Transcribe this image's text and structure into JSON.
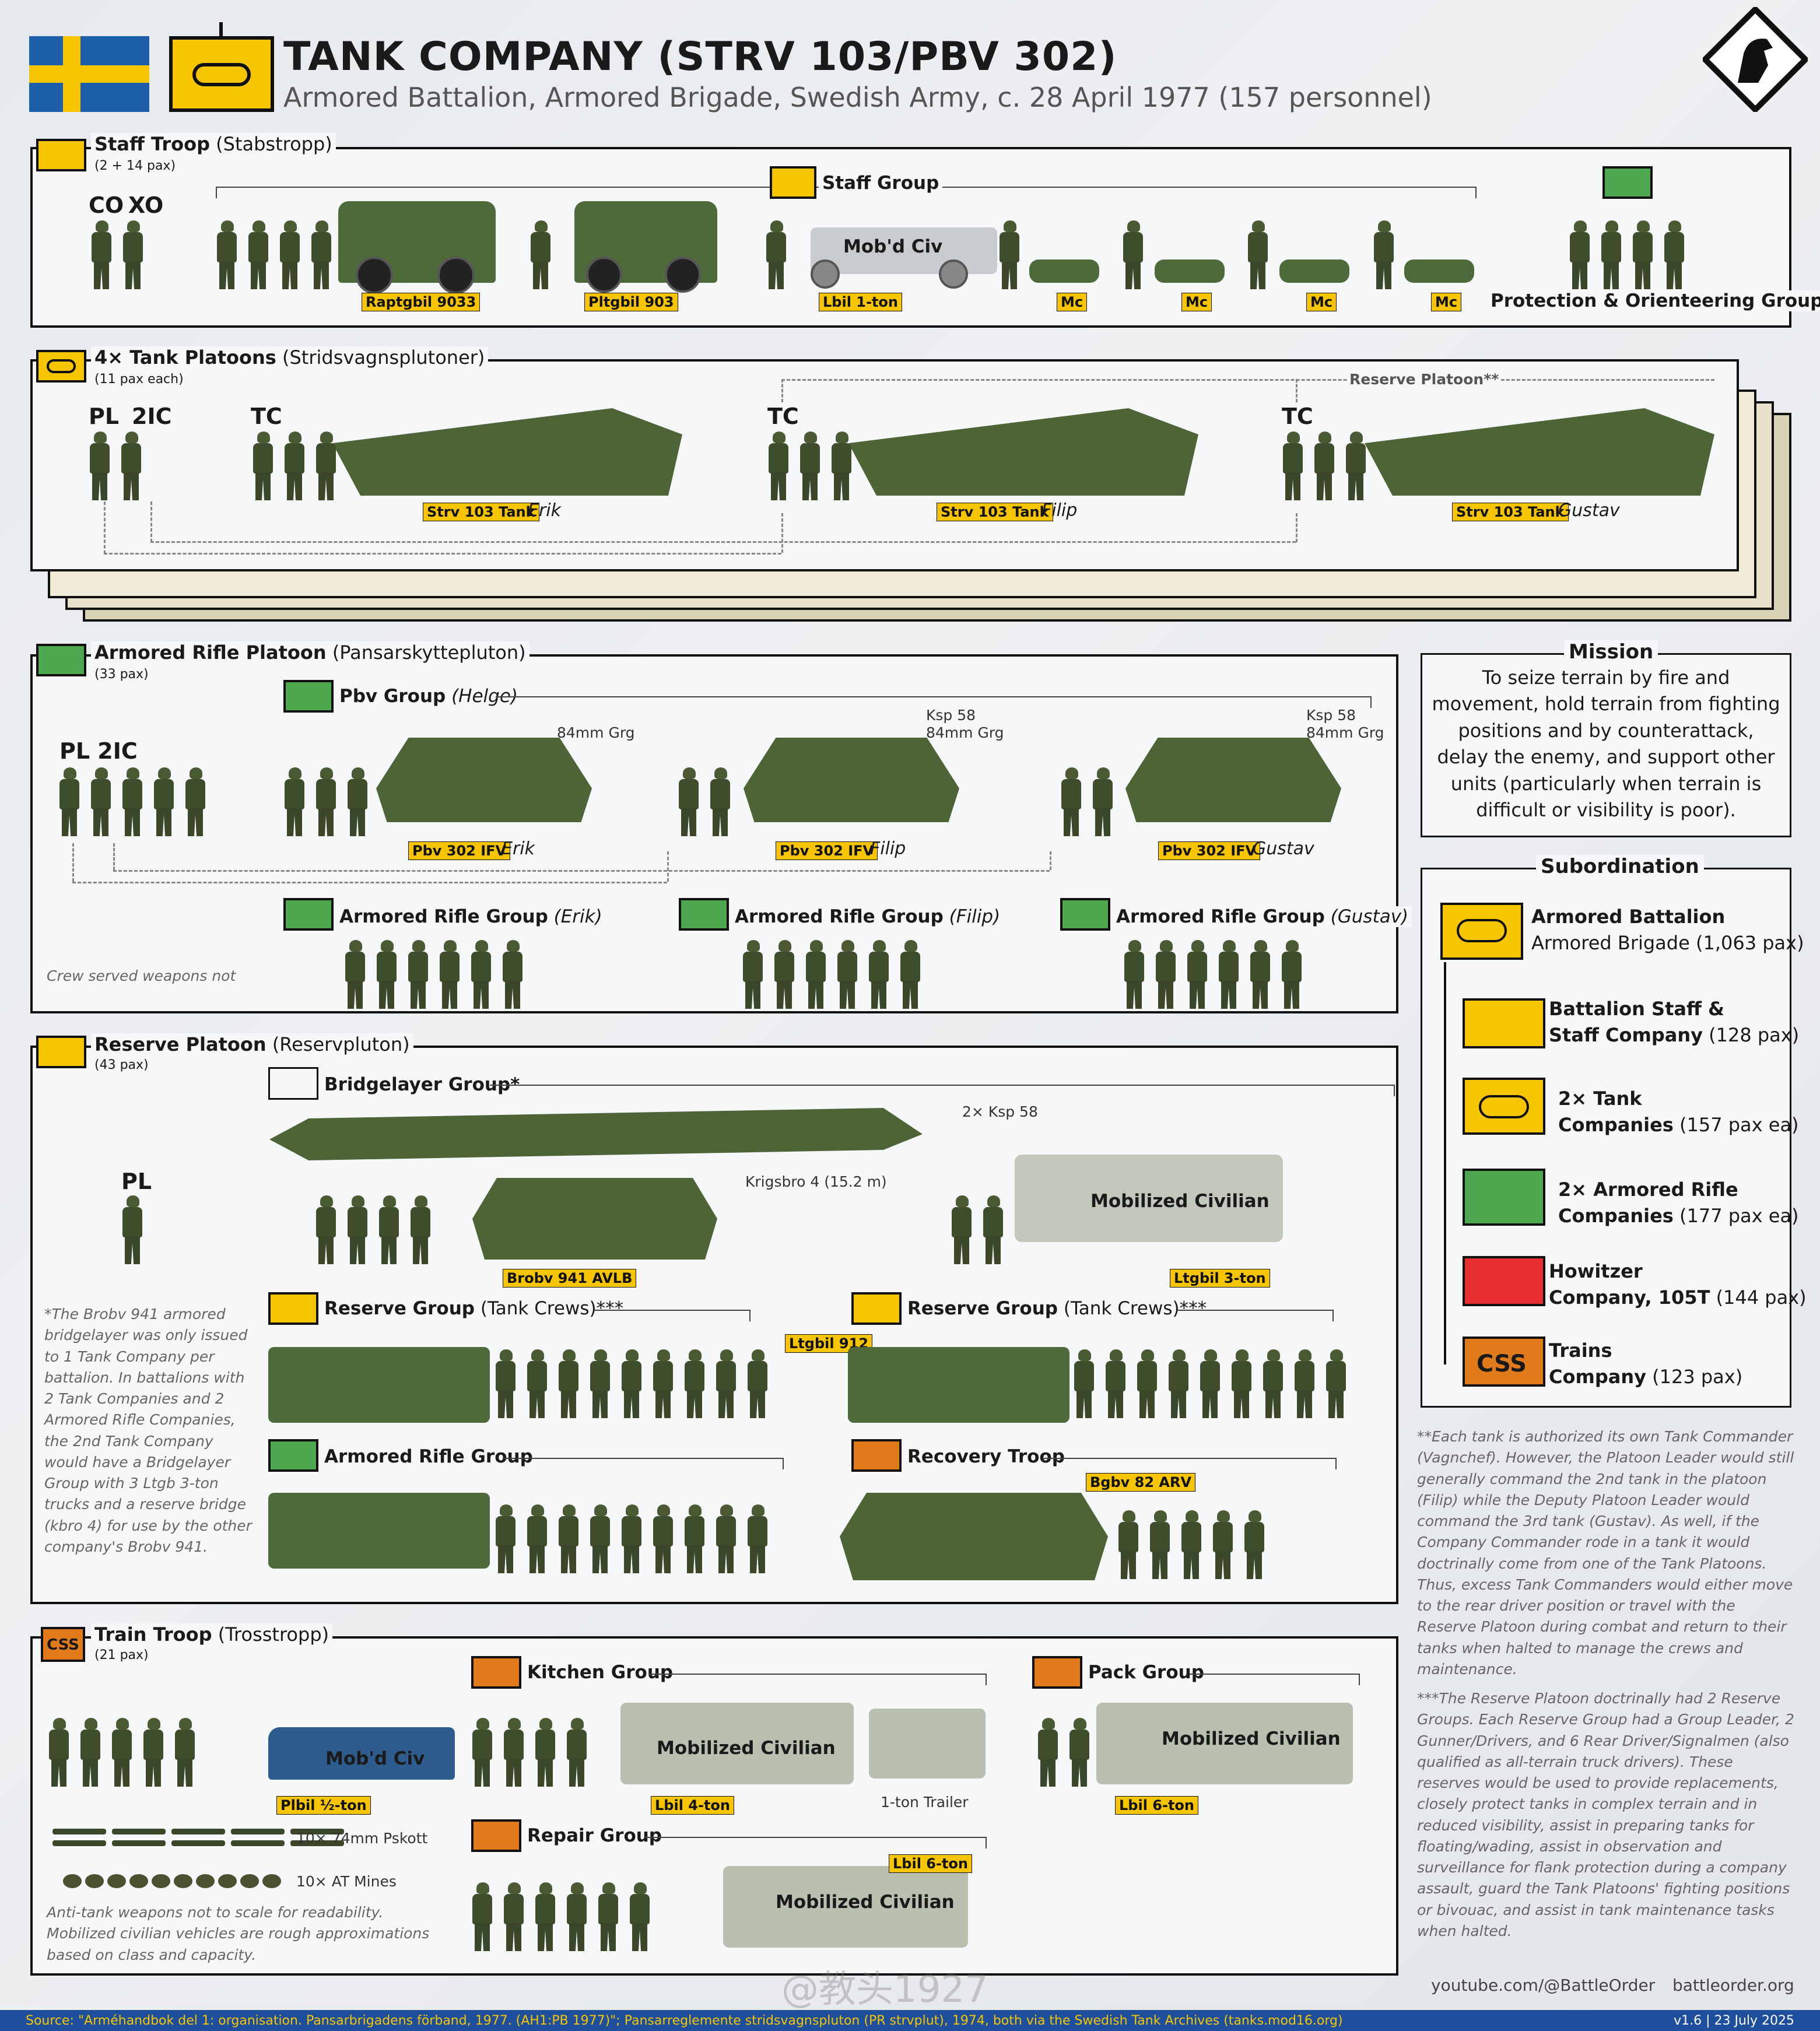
{
  "header": {
    "title": "TANK COMPANY (STRV 103/PBV 302)",
    "subtitle": "Armored Battalion, Armored Brigade, Swedish Army, c. 28 April 1977 (157 personnel)"
  },
  "colors": {
    "yellow": "#f7c500",
    "blue": "#1d5fa8",
    "green": "#4ea84f",
    "orange": "#e07a1a",
    "red": "#e83030"
  },
  "staff": {
    "title": "Staff Troop",
    "title_sv": "(Stabstropp)",
    "pax": "(2 + 14 pax)",
    "co": "CO",
    "xo": "XO",
    "group": "Staff Group",
    "mobciv": "Mob'd Civ",
    "labels": [
      "Raptgbil 9033",
      "Pltgbil 903",
      "Lbil 1-ton",
      "Mc",
      "Mc",
      "Mc",
      "Mc"
    ],
    "protection": "Protection & Orienteering Group"
  },
  "platoons": {
    "title": "4× Tank Platoons",
    "title_sv": "(Stridsvagnsplutoner)",
    "pax": "(11 pax each)",
    "pl": "PL",
    "ic": "2IC",
    "tc": "TC",
    "tank_label": "Strv 103 Tank",
    "names": [
      "Erik",
      "Filip",
      "Gustav"
    ],
    "reserve": "Reserve Platoon**"
  },
  "rifle": {
    "title": "Armored Rifle Platoon",
    "title_sv": "(Pansarskyttepluton)",
    "pax": "(33 pax)",
    "pl2ic": "PL 2IC",
    "pbvgroup": "Pbv Group",
    "pbvgroup_name": "(Helge)",
    "ifv_label": "Pbv 302 IFV",
    "names": [
      "Erik",
      "Filip",
      "Gustav"
    ],
    "grg": "84mm Grg",
    "ksp": "Ksp 58",
    "rifle_group": "Armored Rifle Group",
    "rifle_names": [
      "(Erik)",
      "(Filip)",
      "(Gustav)"
    ],
    "crew_note": "Crew served weapons not"
  },
  "mission": {
    "title": "Mission",
    "text": "To seize terrain by fire and movement, hold terrain from fighting positions and by counterattack, delay the enemy, and support other units (particularly when terrain is difficult or visibility is poor)."
  },
  "subordination": {
    "title": "Subordination",
    "items": [
      {
        "bold": "Armored Battalion",
        "rest": "Armored Brigade (1,063 pax)"
      },
      {
        "bold": "Battalion Staff &",
        "bold2": "Staff Company",
        "rest": "(128 pax)"
      },
      {
        "bold": "2× Tank",
        "bold2": "Companies",
        "rest": "(157 pax ea)"
      },
      {
        "bold": "2× Armored Rifle",
        "bold2": "Companies",
        "rest": "(177 pax ea)"
      },
      {
        "bold": "Howitzer",
        "bold2": "Company, 105T",
        "rest": "(144 pax)"
      },
      {
        "bold": "Trains",
        "bold2": "Company",
        "rest": "(123 pax)"
      }
    ],
    "css": "CSS"
  },
  "reserve": {
    "title": "Reserve Platoon",
    "title_sv": "(Reservpluton)",
    "pax": "(43 pax)",
    "pl": "PL",
    "bridge_group": "Bridgelayer Group*",
    "ksp": "2× Ksp 58",
    "krigsbro": "Krigsbro 4 (15.2 m)",
    "avlb": "Brobv 941 AVLB",
    "mobciv": "Mobilized Civilian",
    "ltgbil3": "Ltgbil 3-ton",
    "resgroup": "Reserve Group",
    "resgroup_sub": "(Tank Crews)***",
    "ltgbil912": "Ltgbil 912",
    "rifle_group": "Armored Rifle Group",
    "recovery": "Recovery Troop",
    "arv": "Bgbv 82 ARV",
    "note": "*The Brobv 941 armored bridgelayer was only issued to 1 Tank Company per battalion. In battalions with 2 Tank Companies and 2 Armored Rifle Companies, the 2nd Tank Company would have a Bridgelayer Group with 3 Ltgb 3-ton trucks and a reserve bridge (kbro 4) for use by the other company's Brobv 941."
  },
  "train": {
    "title": "Train Troop",
    "title_sv": "(Trosstropp)",
    "pax": "(21 pax)",
    "css": "CSS",
    "mobciv": "Mob'd Civ",
    "plbil": "Plbil ½-ton",
    "kitchen": "Kitchen Group",
    "mobcivil": "Mobilized Civilian",
    "lbil4": "Lbil 4-ton",
    "trailer": "1-ton Trailer",
    "pack": "Pack Group",
    "lbil6": "Lbil 6-ton",
    "repair": "Repair Group",
    "pskott": "10× 74mm Pskott",
    "mines": "10× AT Mines",
    "note": "Anti-tank weapons not to scale for readability. Mobilized civilian vehicles are rough approximations based on class and capacity."
  },
  "notes": {
    "n2": "**Each tank is authorized its own Tank Commander (Vagnchef). However, the Platoon Leader would still generally command the 2nd tank in the platoon (Filip) while the Deputy Platoon Leader would command the 3rd tank (Gustav). As well, if the Company Commander rode in a tank it would doctrinally come from one of the Tank Platoons. Thus, excess Tank Commanders would either move to the rear driver position or travel with the Reserve Platoon during combat and return to their tanks when halted to manage the crews and maintenance.",
    "n3": "***The Reserve Platoon doctrinally had 2 Reserve Groups. Each Reserve Group had a Group Leader, 2 Gunner/Drivers, and 6 Rear Driver/Signalmen (also qualified as all-terrain truck drivers). These reserves would be used to provide replacements, closely protect tanks in complex terrain and in reduced visibility, assist in preparing tanks for floating/wading, assist in observation and surveillance for flank protection during a company assault, guard the Tank Platoons' fighting positions or bivouac, and assist in tank maintenance tasks when halted."
  },
  "footer": {
    "source": "Source: \"Arméhandbok del 1: organisation. Pansarbrigadens förband, 1977. (AH1:PB 1977)\"; Pansarreglemente stridsvagnspluton (PR strvplut), 1974, both via the Swedish Tank Archives (tanks.mod16.org)",
    "version": "v1.6 | 23 July 2025",
    "youtube": "youtube.com/@BattleOrder",
    "site": "battleorder.org",
    "watermark": "@教头1927"
  }
}
